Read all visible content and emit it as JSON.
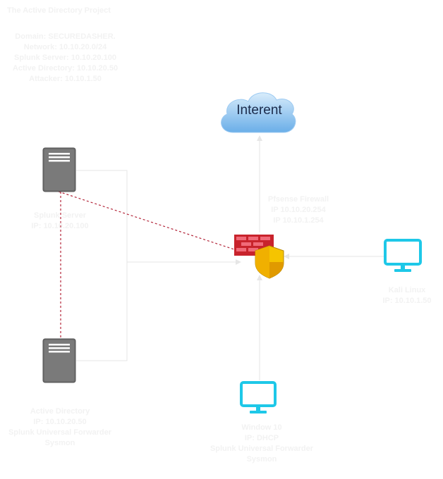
{
  "title": "The Active Directory Project",
  "info": [
    "Domain: SECUREDASHER.",
    "Network: 10.10.20.0/24",
    "Splunk Server: 10.10.20.100",
    "Active Directory: 10.10.20.50",
    "Attacker: 10.10.1.50"
  ],
  "internet": {
    "label": "Interent",
    "icon": "cloud-icon"
  },
  "firewall": {
    "lines": [
      "Pfsense Firewall",
      "IP 10.10.20.254",
      "IP 10.10.1.254"
    ],
    "icon": "firewall-shield-icon"
  },
  "splunk_server": {
    "lines": [
      "Splunk Server",
      "IP: 10.10.20.100"
    ],
    "icon": "server-icon"
  },
  "active_directory": {
    "lines": [
      "Active Directory",
      "IP: 10.10.20.50",
      "Splunk Universal Forwarder",
      "Sysmon"
    ],
    "icon": "server-icon"
  },
  "kali": {
    "lines": [
      "Kali Linux",
      "IP: 10.10.1.50"
    ],
    "icon": "monitor-icon"
  },
  "windows": {
    "lines": [
      "Window 10",
      "IP: DHCP",
      "Splunk Universal Forwarder",
      "Sysmon"
    ],
    "icon": "monitor-icon"
  },
  "colors": {
    "label_text": "#f2f2f2",
    "connector": "#e6e6e6",
    "dashed_link": "#b3263a",
    "monitor": "#1ec8e8",
    "server": "#6e6e6e",
    "firewall_brick": "#c8232c",
    "shield": "#f5c400",
    "cloud": "#7fbff0"
  }
}
